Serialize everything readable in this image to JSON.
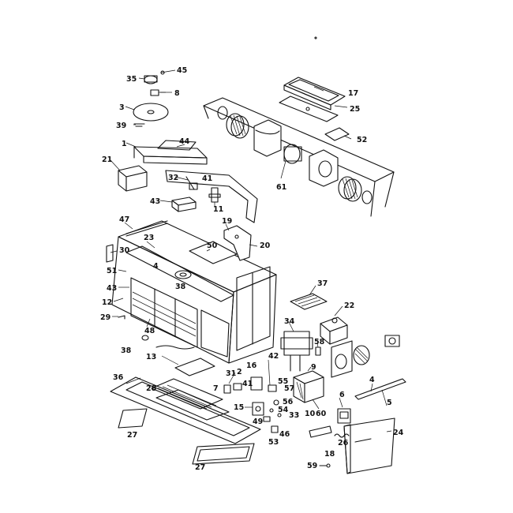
{
  "diagram": {
    "callouts": [
      {
        "id": "c45",
        "text": "45"
      },
      {
        "id": "c35",
        "text": "35"
      },
      {
        "id": "c8",
        "text": "8"
      },
      {
        "id": "c17",
        "text": "17"
      },
      {
        "id": "c25",
        "text": "25"
      },
      {
        "id": "c3",
        "text": "3"
      },
      {
        "id": "c39",
        "text": "39"
      },
      {
        "id": "c52",
        "text": "52"
      },
      {
        "id": "c1",
        "text": "1"
      },
      {
        "id": "c44",
        "text": "44"
      },
      {
        "id": "c21",
        "text": "21"
      },
      {
        "id": "c32",
        "text": "32"
      },
      {
        "id": "c41a",
        "text": "41"
      },
      {
        "id": "c61",
        "text": "61"
      },
      {
        "id": "c43a",
        "text": "43"
      },
      {
        "id": "c11",
        "text": "11"
      },
      {
        "id": "c47",
        "text": "47"
      },
      {
        "id": "c19",
        "text": "19"
      },
      {
        "id": "c23",
        "text": "23"
      },
      {
        "id": "c50",
        "text": "50"
      },
      {
        "id": "c20",
        "text": "20"
      },
      {
        "id": "c30",
        "text": "30"
      },
      {
        "id": "c4a",
        "text": "4"
      },
      {
        "id": "c51",
        "text": "51"
      },
      {
        "id": "c43b",
        "text": "43"
      },
      {
        "id": "c38a",
        "text": "38"
      },
      {
        "id": "c12",
        "text": "12"
      },
      {
        "id": "c29",
        "text": "29"
      },
      {
        "id": "c48a",
        "text": "48"
      },
      {
        "id": "c38b",
        "text": "38"
      },
      {
        "id": "c37",
        "text": "37"
      },
      {
        "id": "c22",
        "text": "22"
      },
      {
        "id": "c34",
        "text": "34"
      },
      {
        "id": "c58",
        "text": "58"
      },
      {
        "id": "c9",
        "text": "9"
      },
      {
        "id": "c13",
        "text": "13"
      },
      {
        "id": "c31",
        "text": "31"
      },
      {
        "id": "c16",
        "text": "16"
      },
      {
        "id": "c42",
        "text": "42"
      },
      {
        "id": "c2",
        "text": "2"
      },
      {
        "id": "c41b",
        "text": "41"
      },
      {
        "id": "c55",
        "text": "55"
      },
      {
        "id": "c57",
        "text": "57"
      },
      {
        "id": "c36",
        "text": "36"
      },
      {
        "id": "c28",
        "text": "28"
      },
      {
        "id": "c7",
        "text": "7"
      },
      {
        "id": "c4b",
        "text": "4"
      },
      {
        "id": "c6",
        "text": "6"
      },
      {
        "id": "c5",
        "text": "5"
      },
      {
        "id": "c15",
        "text": "15"
      },
      {
        "id": "c56",
        "text": "56"
      },
      {
        "id": "c54",
        "text": "54"
      },
      {
        "id": "c10",
        "text": "10"
      },
      {
        "id": "c60",
        "text": "60"
      },
      {
        "id": "c49",
        "text": "49"
      },
      {
        "id": "c33",
        "text": "33"
      },
      {
        "id": "c27a",
        "text": "27"
      },
      {
        "id": "c46",
        "text": "46"
      },
      {
        "id": "c53",
        "text": "53"
      },
      {
        "id": "c24",
        "text": "24"
      },
      {
        "id": "c26",
        "text": "26"
      },
      {
        "id": "c18",
        "text": "18"
      },
      {
        "id": "c27b",
        "text": "27"
      },
      {
        "id": "c59",
        "text": "59"
      }
    ]
  }
}
